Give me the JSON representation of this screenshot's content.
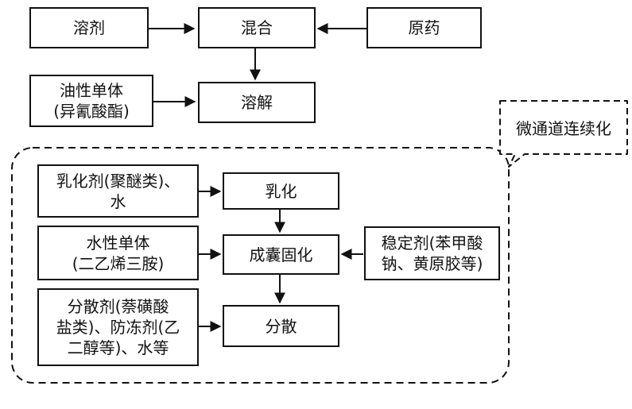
{
  "nodes": {
    "solvent": "溶剂",
    "mix": "混合",
    "api": "原药",
    "oil_monomer": [
      "油性单体",
      "(异氰酸酯)"
    ],
    "dissolve": "溶解",
    "emulsifier": [
      "乳化剂(聚醚类)、",
      "水"
    ],
    "emulsify": "乳化",
    "water_monomer": [
      "水性单体",
      "(二乙烯三胺)"
    ],
    "encapsulate": "成囊固化",
    "stabilizer": [
      "稳定剂(苯甲酸",
      "钠、黄原胶等)"
    ],
    "dispersant": [
      "分散剂(萘磺酸",
      "盐类)、防冻剂(乙",
      "二醇等)、水等"
    ],
    "disperse": "分散"
  },
  "callout": "微通道连续化"
}
